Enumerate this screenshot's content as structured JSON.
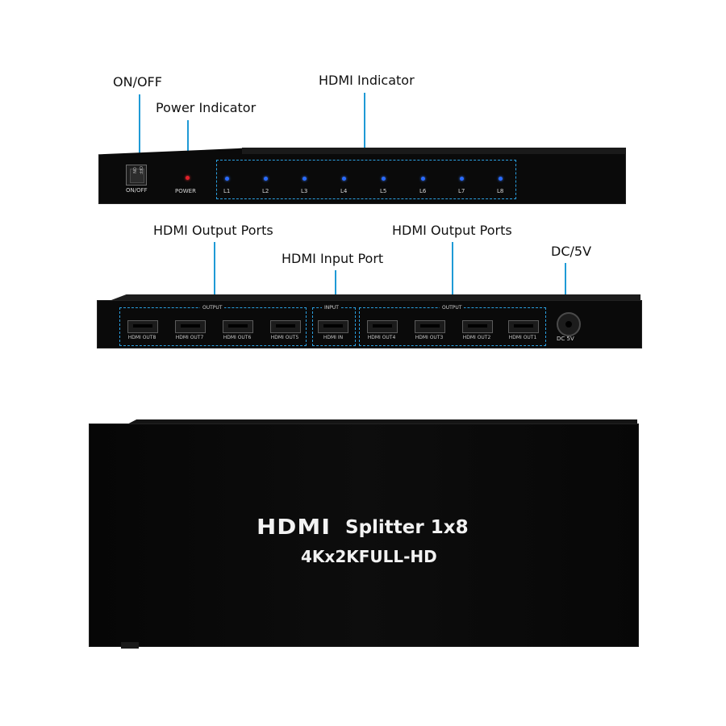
{
  "callouts": {
    "on_off": "ON/OFF",
    "power_indicator": "Power Indicator",
    "hdmi_indicator": "HDMI Indicator",
    "hdmi_output_ports_left": "HDMI Output Ports",
    "hdmi_input_port": "HDMI Input Port",
    "hdmi_output_ports_right": "HDMI Output Ports",
    "dc_5v": "DC/5V"
  },
  "front_panel": {
    "switch_top": "ON",
    "switch_bottom": "OFF",
    "switch_label": "ON/OFF",
    "power_label": "POWER",
    "power_led_color": "#e0202a",
    "indicator_led_color": "#2a6bff",
    "leds": [
      "L1",
      "L2",
      "L3",
      "L4",
      "L5",
      "L6",
      "L7",
      "L8"
    ]
  },
  "rear_panel": {
    "output_group_label": "OUTPUT",
    "input_group_label": "INPUT",
    "left_outputs": [
      "HDMI OUT8",
      "HDMI OUT7",
      "HDMI OUT6",
      "HDMI OUT5"
    ],
    "input": "HDMI IN",
    "right_outputs": [
      "HDMI OUT4",
      "HDMI OUT3",
      "HDMI OUT2",
      "HDMI OUT1"
    ],
    "dc_label": "DC 5V"
  },
  "product": {
    "logo_text": "HDMI",
    "title": "Splitter 1x8",
    "subtitle": "4Kx2KFULL-HD"
  },
  "colors": {
    "accent": "#1f9ad6",
    "device_body": "#0a0a0a"
  }
}
